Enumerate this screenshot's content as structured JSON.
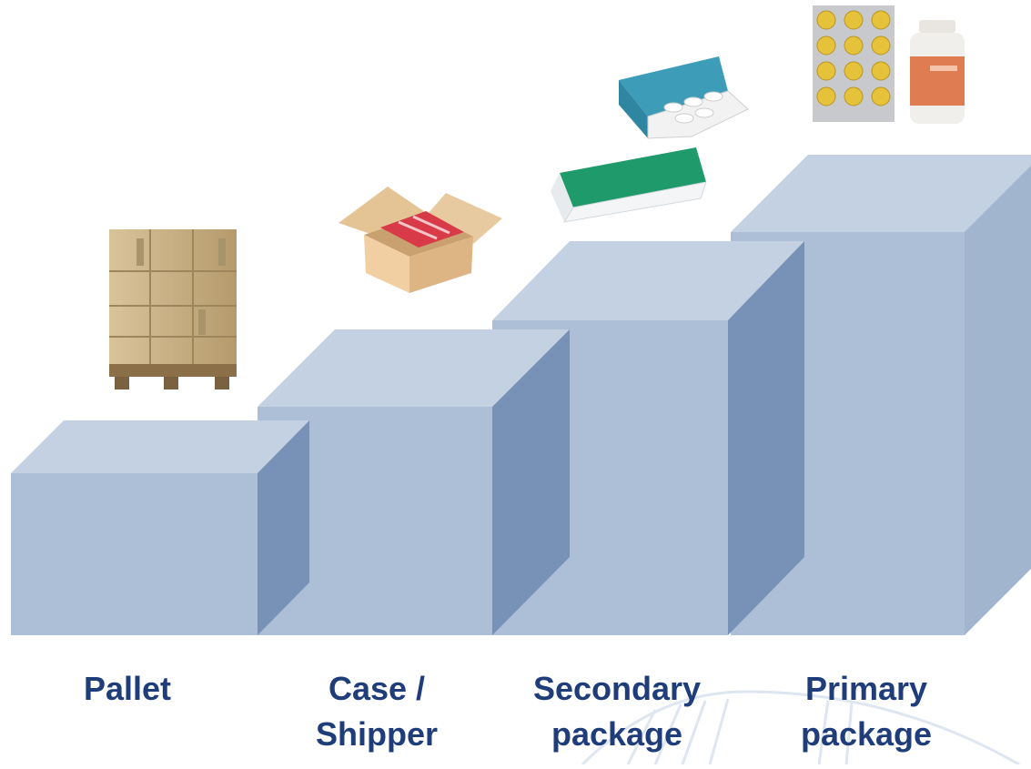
{
  "steps": [
    {
      "label_lines": [
        "Pallet"
      ],
      "image": "stacked-boxes-on-pallet"
    },
    {
      "label_lines": [
        "Case /",
        "Shipper"
      ],
      "image": "open-shipping-carton"
    },
    {
      "label_lines": [
        "Secondary",
        "package"
      ],
      "image": "medicine-cartons"
    },
    {
      "label_lines": [
        "Primary",
        "package"
      ],
      "image": "blister-pack-and-pill-bottle"
    }
  ],
  "colors": {
    "block_front": "#adbfd6",
    "block_top": "#c3d1e2",
    "block_side": "#7891b6",
    "label_text": "#1f3d7a",
    "watermark": "#d6e0ee"
  }
}
